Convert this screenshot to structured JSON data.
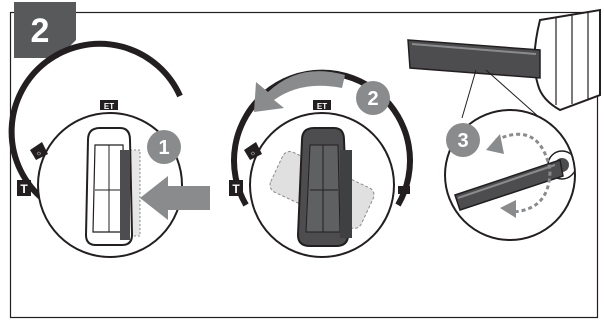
{
  "step": {
    "number": "2"
  },
  "callouts": [
    {
      "number": "1"
    },
    {
      "number": "2"
    },
    {
      "number": "3"
    }
  ],
  "dial_markings": {
    "top": "ET",
    "left": "T"
  },
  "colors": {
    "badge": "#58595b",
    "bubble": "#8a8b8d",
    "arrow": "#8a8b8d",
    "outline": "#231f20",
    "knob_dark": "#4d4d4f",
    "knob_light": "#d9d9d9"
  }
}
